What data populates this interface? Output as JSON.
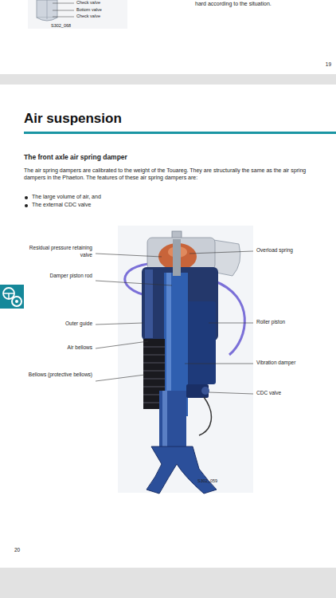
{
  "diagram": {
    "title": "Air suspension",
    "labels": [
      "Check valve",
      "Bottom valve",
      "Check valve",
      "S302_068",
      "hard according to the situation.",
      "19",
      "The front axle air spring damper",
      "The air spring dampers are calibrated to the weight of the Touareg. They are structurally the same as the air spring dampers in the Phaeton. The features of these air spring dampers are:",
      "The large volume of air, and",
      "The external CDC valve",
      "Residual pressure retaining valve",
      "Damper piston rod",
      "Outer guide",
      "Air bellows",
      "Bellows (protective bellows)",
      "Overload spring",
      "Roller piston",
      "Vibration damper",
      "CDC valve",
      "S302_059",
      "20"
    ]
  }
}
